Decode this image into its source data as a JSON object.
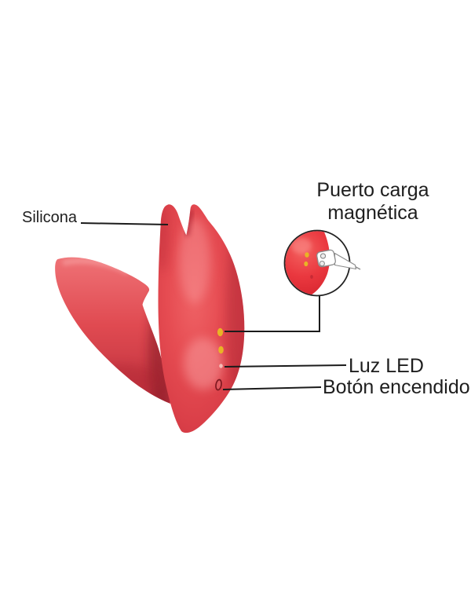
{
  "image": {
    "background_color": "#ffffff",
    "description": "Red silicone wearable massager shown in 3D with Spanish part annotations and a magnified circular inset of the magnetic charging port"
  },
  "labels": {
    "silicona": "Silicona",
    "puerto_line1": "Puerto carga",
    "puerto_line2": "magnética",
    "luz": "Luz LED",
    "boton": "Botón encendido"
  },
  "colors": {
    "product_red": "#e64c52",
    "product_red_dark": "#c5323e",
    "product_red_light": "#f8979a",
    "contact_gold": "#e9b425",
    "led_pink": "#f6bcb6",
    "annotation_line": "#1b1b1b",
    "text": "#1e1e1e",
    "connector_fill": "#ffffff",
    "connector_outline": "#8a8a8a",
    "inset_border": "#232323"
  }
}
